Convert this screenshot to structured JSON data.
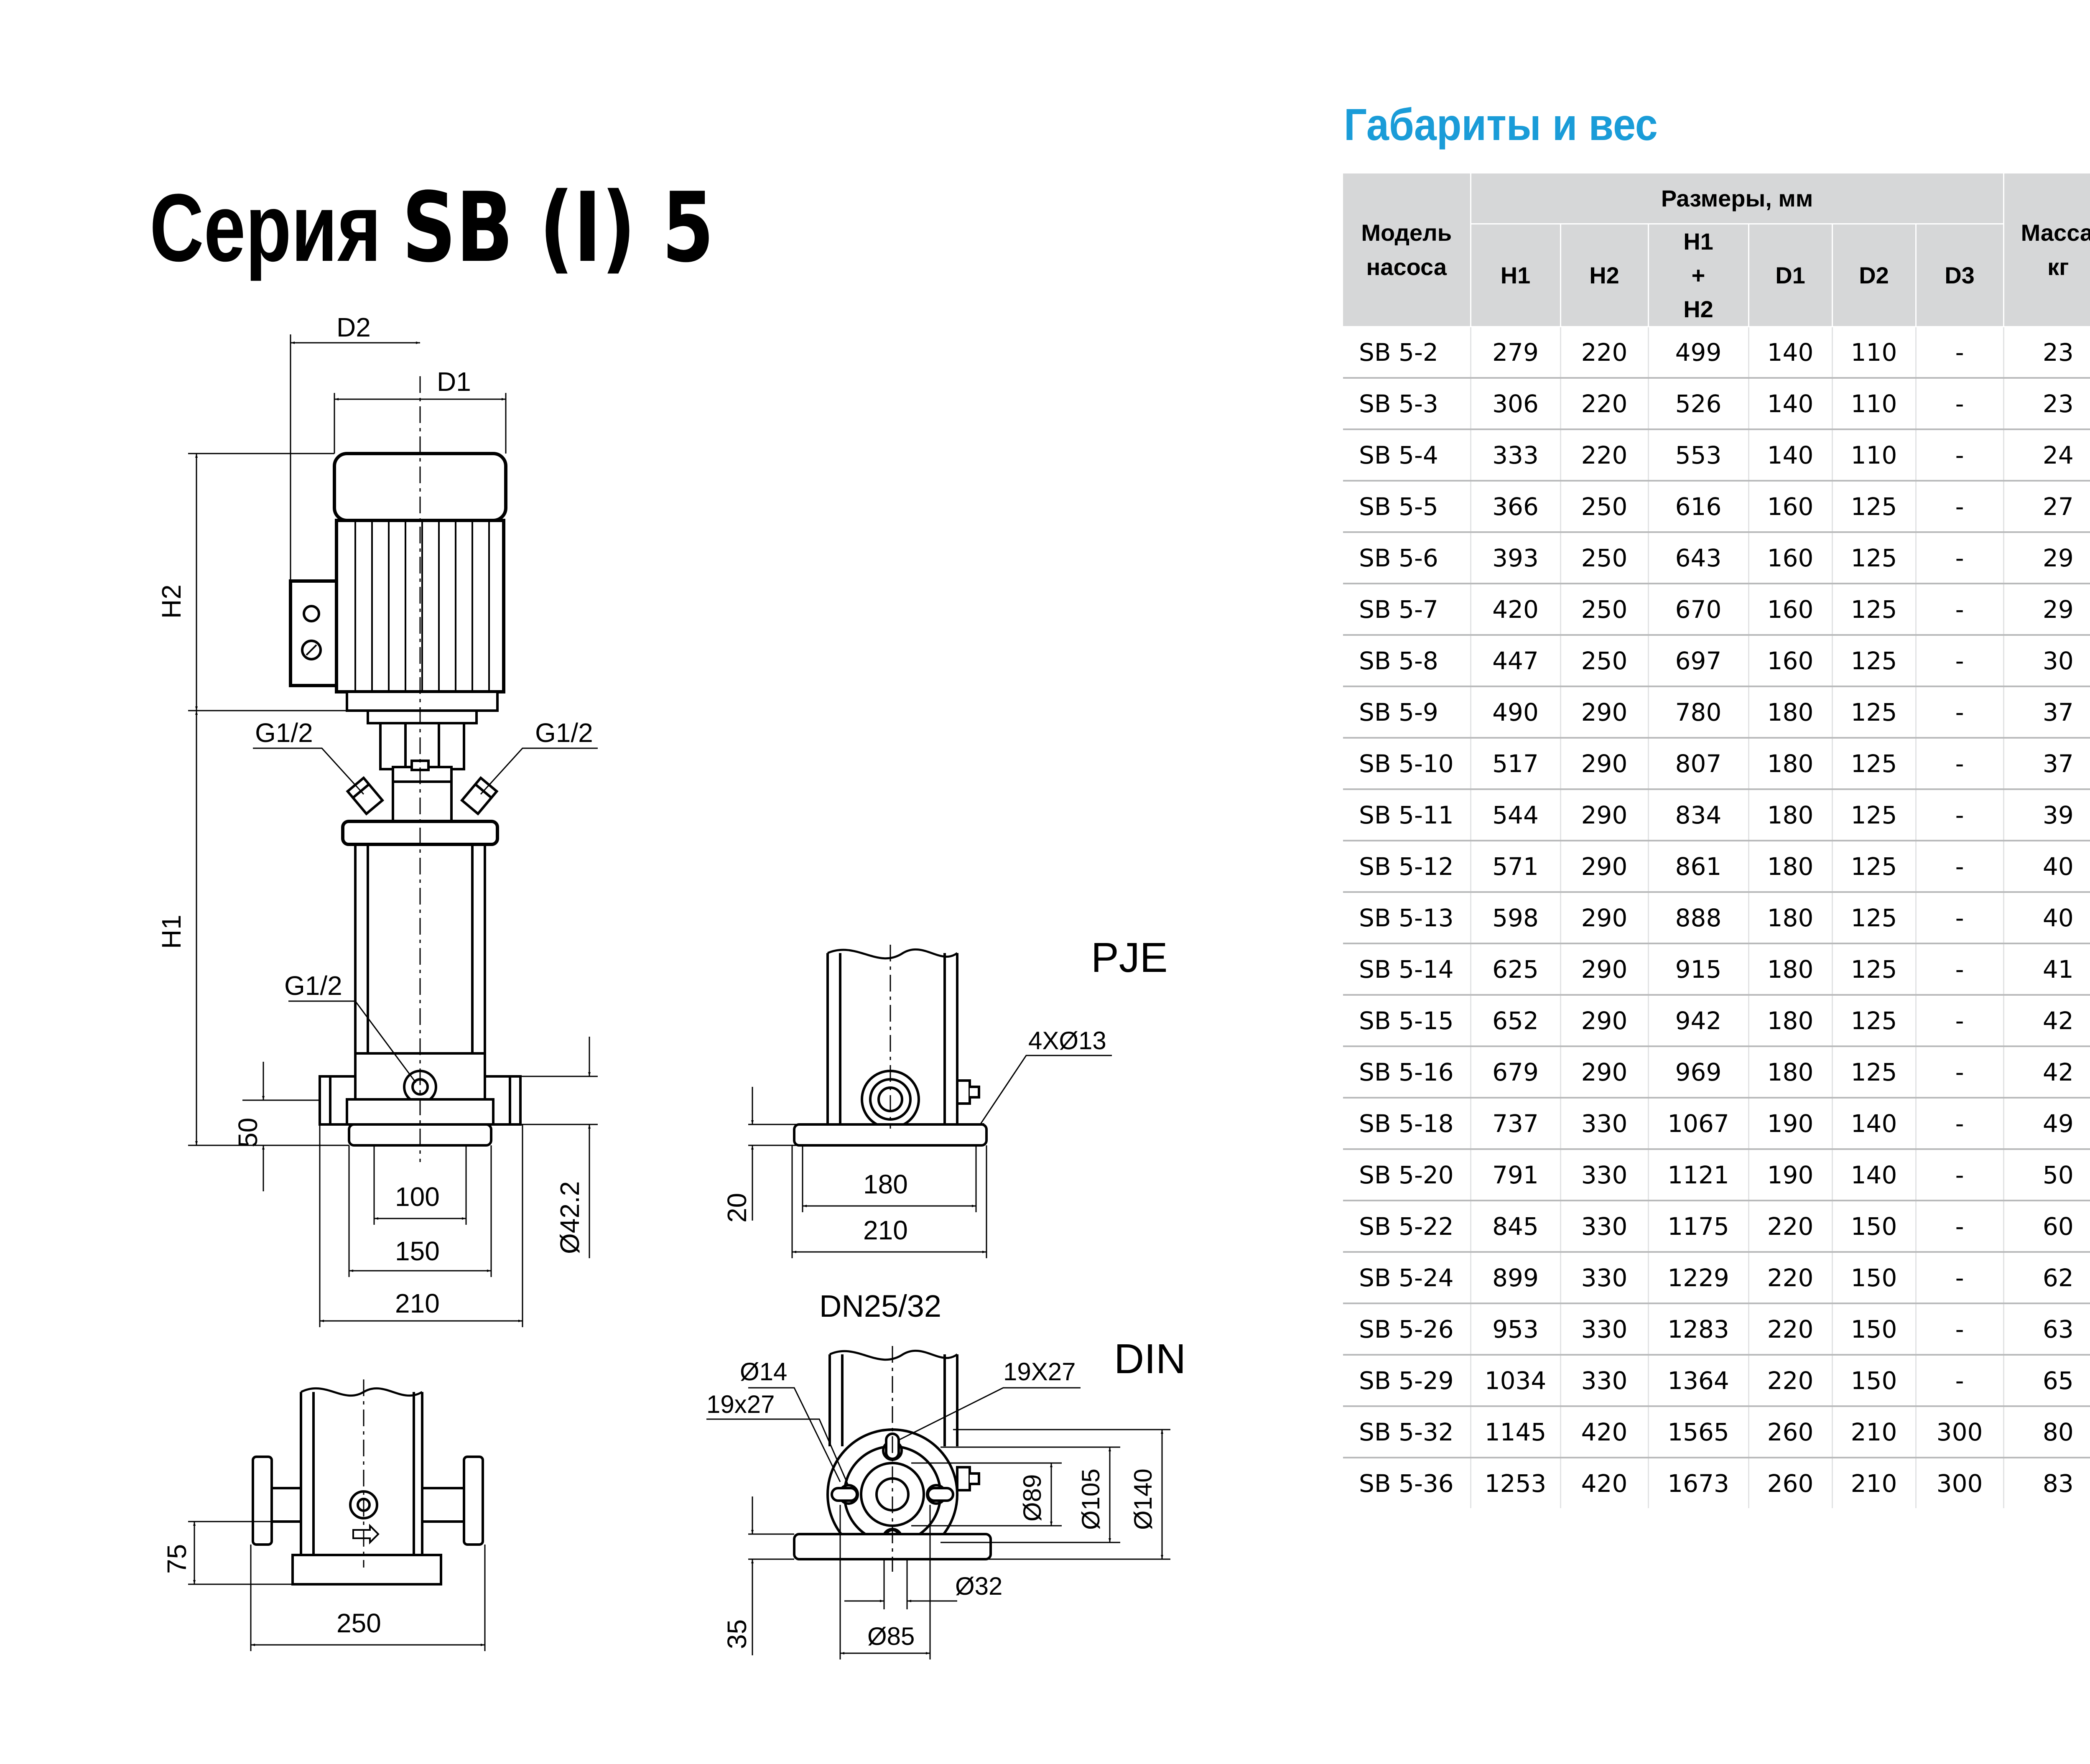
{
  "series_title": {
    "prefix": "Серия",
    "model": "SB (I) 5"
  },
  "section_title": "Габариты и вес",
  "table": {
    "header": {
      "model": "Модель насоса",
      "dimensions": "Размеры, мм",
      "mass": "Масса, кг",
      "cols": [
        "H1",
        "H2",
        "H1 + H2",
        "D1",
        "D2",
        "D3"
      ]
    },
    "rows": [
      [
        "SB 5-2",
        "279",
        "220",
        "499",
        "140",
        "110",
        "-",
        "23"
      ],
      [
        "SB 5-3",
        "306",
        "220",
        "526",
        "140",
        "110",
        "-",
        "23"
      ],
      [
        "SB 5-4",
        "333",
        "220",
        "553",
        "140",
        "110",
        "-",
        "24"
      ],
      [
        "SB 5-5",
        "366",
        "250",
        "616",
        "160",
        "125",
        "-",
        "27"
      ],
      [
        "SB 5-6",
        "393",
        "250",
        "643",
        "160",
        "125",
        "-",
        "29"
      ],
      [
        "SB 5-7",
        "420",
        "250",
        "670",
        "160",
        "125",
        "-",
        "29"
      ],
      [
        "SB 5-8",
        "447",
        "250",
        "697",
        "160",
        "125",
        "-",
        "30"
      ],
      [
        "SB 5-9",
        "490",
        "290",
        "780",
        "180",
        "125",
        "-",
        "37"
      ],
      [
        "SB 5-10",
        "517",
        "290",
        "807",
        "180",
        "125",
        "-",
        "37"
      ],
      [
        "SB 5-11",
        "544",
        "290",
        "834",
        "180",
        "125",
        "-",
        "39"
      ],
      [
        "SB 5-12",
        "571",
        "290",
        "861",
        "180",
        "125",
        "-",
        "40"
      ],
      [
        "SB 5-13",
        "598",
        "290",
        "888",
        "180",
        "125",
        "-",
        "40"
      ],
      [
        "SB 5-14",
        "625",
        "290",
        "915",
        "180",
        "125",
        "-",
        "41"
      ],
      [
        "SB 5-15",
        "652",
        "290",
        "942",
        "180",
        "125",
        "-",
        "42"
      ],
      [
        "SB 5-16",
        "679",
        "290",
        "969",
        "180",
        "125",
        "-",
        "42"
      ],
      [
        "SB 5-18",
        "737",
        "330",
        "1067",
        "190",
        "140",
        "-",
        "49"
      ],
      [
        "SB 5-20",
        "791",
        "330",
        "1121",
        "190",
        "140",
        "-",
        "50"
      ],
      [
        "SB 5-22",
        "845",
        "330",
        "1175",
        "220",
        "150",
        "-",
        "60"
      ],
      [
        "SB 5-24",
        "899",
        "330",
        "1229",
        "220",
        "150",
        "-",
        "62"
      ],
      [
        "SB 5-26",
        "953",
        "330",
        "1283",
        "220",
        "150",
        "-",
        "63"
      ],
      [
        "SB 5-29",
        "1034",
        "330",
        "1364",
        "220",
        "150",
        "-",
        "65"
      ],
      [
        "SB 5-32",
        "1145",
        "420",
        "1565",
        "260",
        "210",
        "300",
        "80"
      ],
      [
        "SB 5-36",
        "1253",
        "420",
        "1673",
        "260",
        "210",
        "300",
        "83"
      ]
    ]
  },
  "drawing": {
    "labels": {
      "d2": "D2",
      "d1": "D1",
      "h2": "H2",
      "h1": "H1",
      "g_left": "G1/2",
      "g_right": "G1/2",
      "g_lower": "G1/2",
      "dim_50": "50",
      "dim_100": "100",
      "dim_150": "150",
      "dim_210": "210",
      "dim_d42": "Ø42.2",
      "pje": "PJE",
      "pje_holes": "4XØ13",
      "pje_20": "20",
      "pje_180": "180",
      "pje_210": "210",
      "flange_75": "75",
      "flange_250": "250",
      "din_dn": "DN25/32",
      "din": "DIN",
      "din_d14": "Ø14",
      "din_19x27_a": "19X27",
      "din_19x27_b": "19x27",
      "din_d89": "Ø89",
      "din_d105": "Ø105",
      "din_d140": "Ø140",
      "din_35": "35",
      "din_d32": "Ø32",
      "din_d85": "Ø85"
    }
  },
  "colors": {
    "accent": "#1a9cd8",
    "header_bg": "#d6d7d8",
    "grid": "#b9babb"
  }
}
